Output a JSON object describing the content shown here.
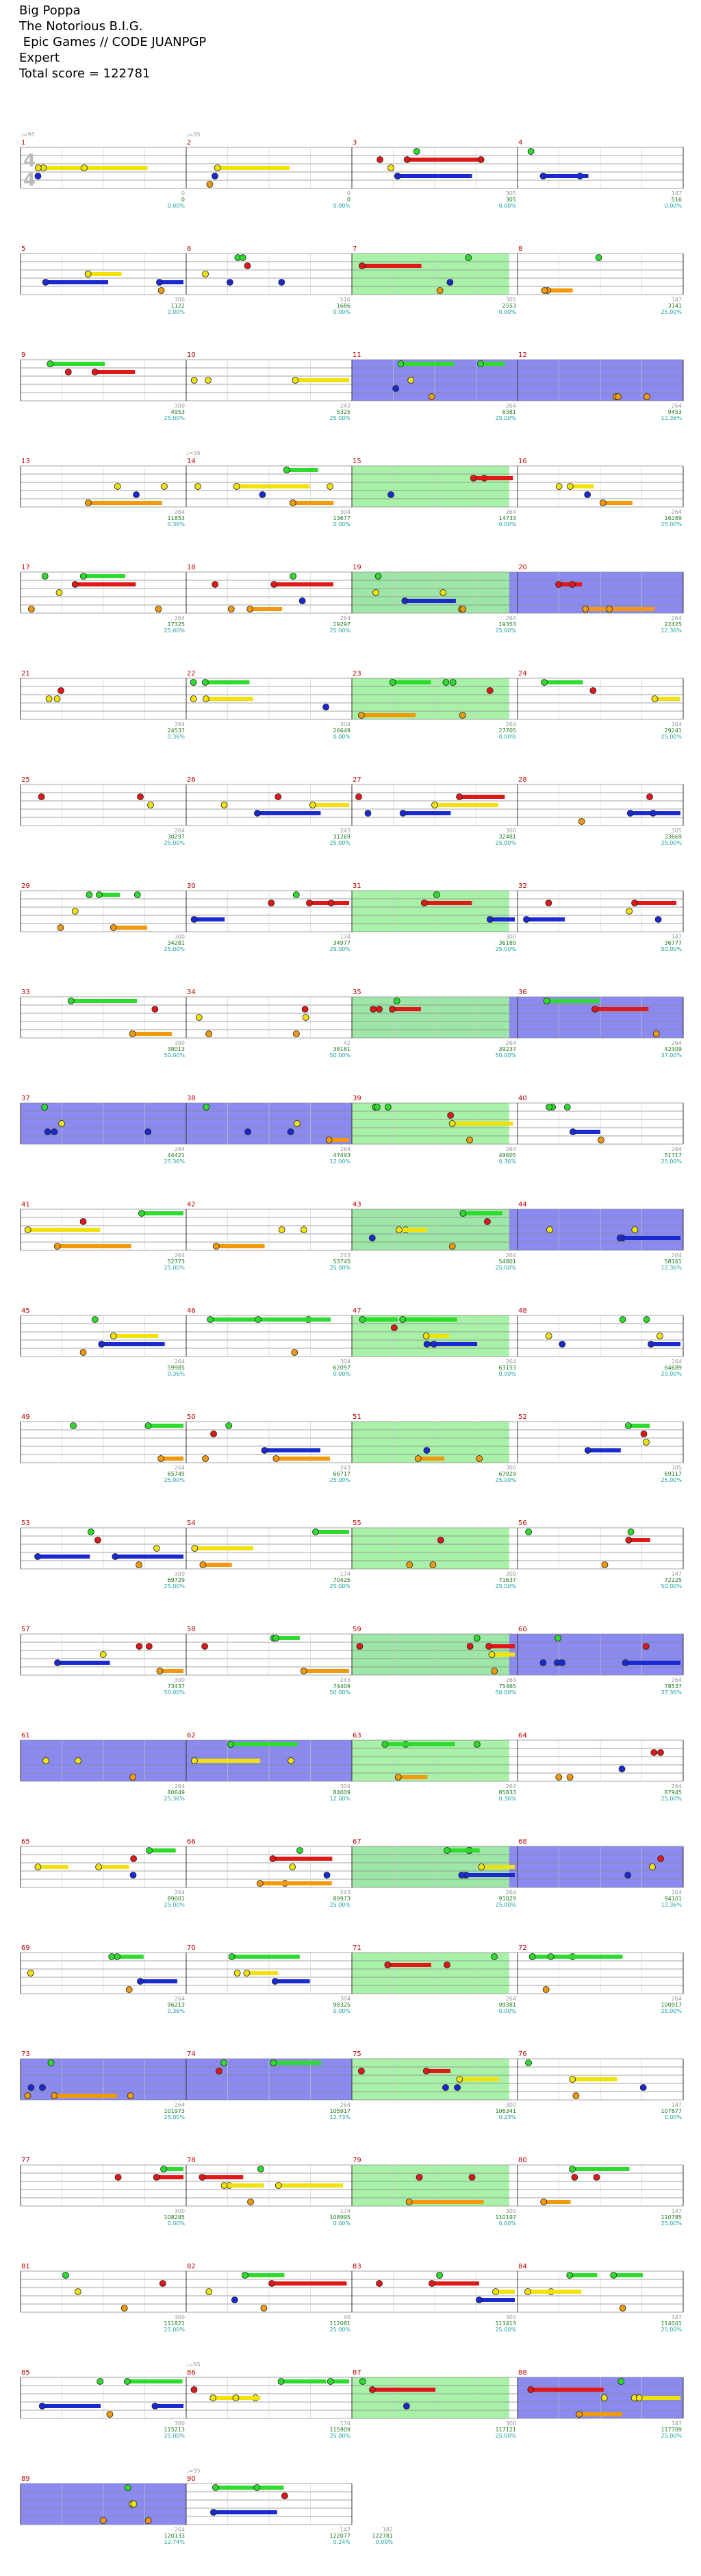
{
  "header": {
    "song": "Big Poppa",
    "artist": "The Notorious B.I.G.",
    "charter": " Epic Games // CODE JUANPGP",
    "difficulty": "Expert",
    "score_label": "Total score = 122781"
  },
  "time_signature": {
    "top": "4",
    "bottom": "4"
  },
  "tempo_marks": [
    {
      "measure": 1,
      "label": "♩=95"
    },
    {
      "measure": 2,
      "label": "♩=95"
    },
    {
      "measure": 14,
      "label": "♩=95"
    },
    {
      "measure": 86,
      "label": "♩=95"
    },
    {
      "measure": 90,
      "label": "♩=95"
    }
  ],
  "colors": {
    "green": "#2edc2e",
    "red": "#e01818",
    "yellow": "#f2e20c",
    "blue": "#1a2ad0",
    "orange": "#f29a0c",
    "overdrive": "#a0f0a0",
    "solo": "#8a8af0",
    "measure_number": "#c00000",
    "score_text": "#1a7a1a",
    "percent_text": "#1aa0a0",
    "count_text": "#999999"
  },
  "measures": [
    {
      "n": "1",
      "count": "0",
      "score": "0",
      "pct": "0.00%"
    },
    {
      "n": "2",
      "count": "0",
      "score": "0",
      "pct": "0.00%"
    },
    {
      "n": "3",
      "count": "305",
      "score": "305",
      "pct": "0.00%"
    },
    {
      "n": "4",
      "count": "147",
      "score": "516",
      "pct": "0.00%"
    },
    {
      "n": "5",
      "count": "300",
      "score": "1122",
      "pct": "0.00%"
    },
    {
      "n": "6",
      "count": "516",
      "score": "1686",
      "pct": "0.00%"
    },
    {
      "n": "7",
      "count": "305",
      "score": "2553",
      "pct": "0.00%"
    },
    {
      "n": "8",
      "count": "147",
      "score": "3141",
      "pct": "25.00%"
    },
    {
      "n": "9",
      "count": "300",
      "score": "4953",
      "pct": "25.00%"
    },
    {
      "n": "10",
      "count": "243",
      "score": "5325",
      "pct": "25.00%"
    },
    {
      "n": "11",
      "count": "264",
      "score": "6381",
      "pct": "25.00%"
    },
    {
      "n": "12",
      "count": "264",
      "score": "9453",
      "pct": "12.36%"
    },
    {
      "n": "13",
      "count": "264",
      "score": "11853",
      "pct": "0.36%"
    },
    {
      "n": "14",
      "count": "304",
      "score": "13677",
      "pct": "0.00%"
    },
    {
      "n": "15",
      "count": "264",
      "score": "14733",
      "pct": "0.00%"
    },
    {
      "n": "16",
      "count": "264",
      "score": "16269",
      "pct": "25.00%"
    },
    {
      "n": "17",
      "count": "264",
      "score": "17325",
      "pct": "25.00%"
    },
    {
      "n": "18",
      "count": "264",
      "score": "19297",
      "pct": "25.00%"
    },
    {
      "n": "19",
      "count": "264",
      "score": "19353",
      "pct": "25.00%"
    },
    {
      "n": "20",
      "count": "264",
      "score": "22425",
      "pct": "12.36%"
    },
    {
      "n": "21",
      "count": "264",
      "score": "24537",
      "pct": "0.36%"
    },
    {
      "n": "22",
      "count": "304",
      "score": "26649",
      "pct": "0.00%"
    },
    {
      "n": "23",
      "count": "264",
      "score": "27705",
      "pct": "0.00%"
    },
    {
      "n": "24",
      "count": "264",
      "score": "29241",
      "pct": "25.00%"
    },
    {
      "n": "25",
      "count": "264",
      "score": "30297",
      "pct": "25.00%"
    },
    {
      "n": "26",
      "count": "243",
      "score": "31269",
      "pct": "25.00%"
    },
    {
      "n": "27",
      "count": "300",
      "score": "32481",
      "pct": "25.00%"
    },
    {
      "n": "28",
      "count": "305",
      "score": "33669",
      "pct": "25.00%"
    },
    {
      "n": "29",
      "count": "300",
      "score": "34281",
      "pct": "25.00%"
    },
    {
      "n": "30",
      "count": "174",
      "score": "34977",
      "pct": "25.00%"
    },
    {
      "n": "31",
      "count": "300",
      "score": "36189",
      "pct": "25.00%"
    },
    {
      "n": "32",
      "count": "147",
      "score": "36777",
      "pct": "50.00%"
    },
    {
      "n": "33",
      "count": "300",
      "score": "38013",
      "pct": "50.00%"
    },
    {
      "n": "34",
      "count": "42",
      "score": "38181",
      "pct": "50.00%"
    },
    {
      "n": "35",
      "count": "264",
      "score": "39237",
      "pct": "50.00%"
    },
    {
      "n": "36",
      "count": "264",
      "score": "42309",
      "pct": "37.00%"
    },
    {
      "n": "37",
      "count": "264",
      "score": "44421",
      "pct": "25.36%"
    },
    {
      "n": "38",
      "count": "264",
      "score": "47493",
      "pct": "12.00%"
    },
    {
      "n": "39",
      "count": "264",
      "score": "49605",
      "pct": "0.36%"
    },
    {
      "n": "40",
      "count": "264",
      "score": "51717",
      "pct": "25.00%"
    },
    {
      "n": "41",
      "count": "264",
      "score": "52773",
      "pct": "25.00%"
    },
    {
      "n": "42",
      "count": "243",
      "score": "53745",
      "pct": "25.00%"
    },
    {
      "n": "43",
      "count": "264",
      "score": "54801",
      "pct": "25.00%"
    },
    {
      "n": "44",
      "count": "264",
      "score": "58161",
      "pct": "12.36%"
    },
    {
      "n": "45",
      "count": "264",
      "score": "59985",
      "pct": "0.36%"
    },
    {
      "n": "46",
      "count": "304",
      "score": "62097",
      "pct": "0.00%"
    },
    {
      "n": "47",
      "count": "264",
      "score": "63153",
      "pct": "0.00%"
    },
    {
      "n": "48",
      "count": "264",
      "score": "64689",
      "pct": "25.00%"
    },
    {
      "n": "49",
      "count": "264",
      "score": "65745",
      "pct": "25.00%"
    },
    {
      "n": "50",
      "count": "243",
      "score": "66717",
      "pct": "25.00%"
    },
    {
      "n": "51",
      "count": "300",
      "score": "67929",
      "pct": "25.00%"
    },
    {
      "n": "52",
      "count": "305",
      "score": "69117",
      "pct": "25.00%"
    },
    {
      "n": "53",
      "count": "300",
      "score": "69729",
      "pct": "25.00%"
    },
    {
      "n": "54",
      "count": "174",
      "score": "70425",
      "pct": "25.00%"
    },
    {
      "n": "55",
      "count": "300",
      "score": "71637",
      "pct": "25.00%"
    },
    {
      "n": "56",
      "count": "147",
      "score": "72225",
      "pct": "50.00%"
    },
    {
      "n": "57",
      "count": "300",
      "score": "73437",
      "pct": "50.00%"
    },
    {
      "n": "58",
      "count": "243",
      "score": "74409",
      "pct": "50.00%"
    },
    {
      "n": "59",
      "count": "264",
      "score": "75465",
      "pct": "50.00%"
    },
    {
      "n": "60",
      "count": "264",
      "score": "78537",
      "pct": "37.36%"
    },
    {
      "n": "61",
      "count": "264",
      "score": "80649",
      "pct": "25.36%"
    },
    {
      "n": "62",
      "count": "304",
      "score": "84009",
      "pct": "12.00%"
    },
    {
      "n": "63",
      "count": "264",
      "score": "85833",
      "pct": "0.36%"
    },
    {
      "n": "64",
      "count": "264",
      "score": "87945",
      "pct": "25.00%"
    },
    {
      "n": "65",
      "count": "264",
      "score": "89001",
      "pct": "25.00%"
    },
    {
      "n": "66",
      "count": "243",
      "score": "89973",
      "pct": "25.00%"
    },
    {
      "n": "67",
      "count": "264",
      "score": "91029",
      "pct": "25.00%"
    },
    {
      "n": "68",
      "count": "264",
      "score": "94101",
      "pct": "12.36%"
    },
    {
      "n": "69",
      "count": "264",
      "score": "96213",
      "pct": "0.36%"
    },
    {
      "n": "70",
      "count": "304",
      "score": "98325",
      "pct": "0.00%"
    },
    {
      "n": "71",
      "count": "264",
      "score": "99381",
      "pct": "0.00%"
    },
    {
      "n": "72",
      "count": "264",
      "score": "100917",
      "pct": "25.00%"
    },
    {
      "n": "73",
      "count": "264",
      "score": "101973",
      "pct": "25.00%"
    },
    {
      "n": "74",
      "count": "264",
      "score": "105917",
      "pct": "12.73%"
    },
    {
      "n": "75",
      "count": "300",
      "score": "106341",
      "pct": "0.23%"
    },
    {
      "n": "76",
      "count": "147",
      "score": "107877",
      "pct": "0.00%"
    },
    {
      "n": "77",
      "count": "300",
      "score": "108285",
      "pct": "0.00%"
    },
    {
      "n": "78",
      "count": "174",
      "score": "108995",
      "pct": "0.00%"
    },
    {
      "n": "79",
      "count": "300",
      "score": "110197",
      "pct": "0.00%"
    },
    {
      "n": "80",
      "count": "147",
      "score": "110785",
      "pct": "25.00%"
    },
    {
      "n": "81",
      "count": "300",
      "score": "111821",
      "pct": "25.00%"
    },
    {
      "n": "82",
      "count": "40",
      "score": "112081",
      "pct": "25.00%"
    },
    {
      "n": "83",
      "count": "300",
      "score": "113413",
      "pct": "25.00%"
    },
    {
      "n": "84",
      "count": "147",
      "score": "114001",
      "pct": "25.00%"
    },
    {
      "n": "85",
      "count": "300",
      "score": "115213",
      "pct": "25.00%"
    },
    {
      "n": "86",
      "count": "174",
      "score": "115909",
      "pct": "25.00%"
    },
    {
      "n": "87",
      "count": "300",
      "score": "117121",
      "pct": "25.00%"
    },
    {
      "n": "88",
      "count": "147",
      "score": "117709",
      "pct": "25.00%"
    },
    {
      "n": "89",
      "count": "264",
      "score": "120133",
      "pct": "12.74%"
    },
    {
      "n": "90",
      "count": "147",
      "score": "122077",
      "pct": "0.24%"
    },
    {
      "n": "",
      "count": "182",
      "score": "122781",
      "pct": "0.00%"
    }
  ],
  "overdrive_measures": [
    7,
    15,
    19,
    23,
    31,
    35,
    39,
    43,
    47,
    51,
    55,
    59,
    63,
    67,
    71,
    75,
    79,
    87
  ],
  "solo_measures": [
    11,
    12,
    19,
    20,
    35,
    36,
    37,
    38,
    43,
    44,
    59,
    60,
    61,
    62,
    67,
    68,
    73,
    74,
    88,
    89
  ]
}
